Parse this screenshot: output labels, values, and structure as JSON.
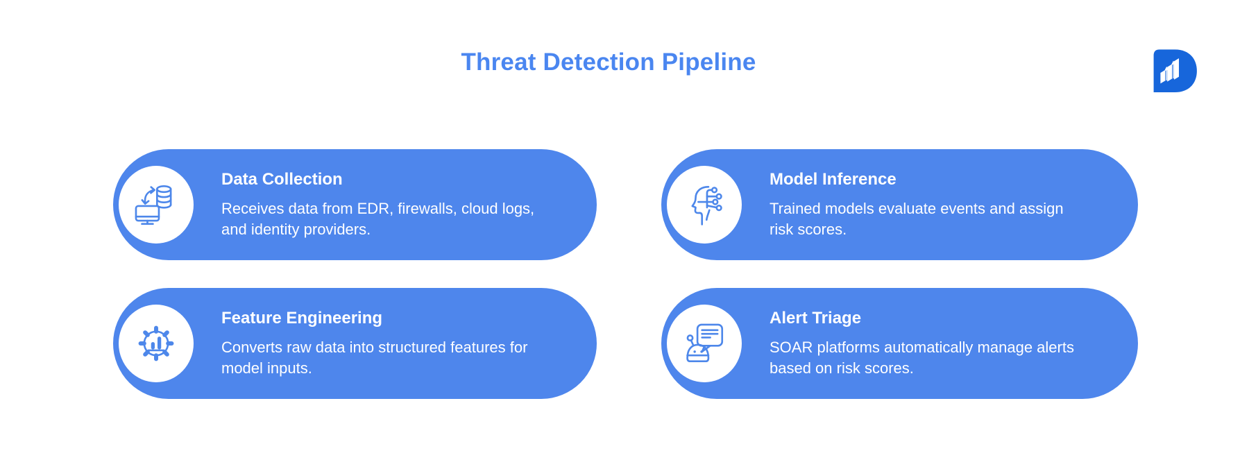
{
  "page": {
    "title": "Threat Detection Pipeline"
  },
  "colors": {
    "card_blue": "#4e86ec",
    "title_blue": "#4a86f0",
    "icon_stroke_blue": "#4d87ea",
    "logo_blue": "#1766db",
    "text_on_card": "#ffffff",
    "background": "#ffffff"
  },
  "logo": {
    "icon": "growth-bars-d-logo"
  },
  "cards": [
    {
      "title": "Data Collection",
      "icon": "data-sync-icon",
      "desc_line1": "Receives data from EDR, firewalls, cloud logs,",
      "desc_line2": "and identity providers.",
      "description": "Receives data from EDR, firewalls, cloud logs, and identity providers."
    },
    {
      "title": "Model Inference",
      "icon": "head-circuit-icon",
      "desc_line1": "Trained models evaluate events and assign",
      "desc_line2": "risk scores.",
      "description": "Trained models evaluate events and assign risk scores."
    },
    {
      "title": "Feature Engineering",
      "icon": "gear-chart-icon",
      "desc_line1": "Converts raw data into structured features for",
      "desc_line2": "model inputs.",
      "description": "Converts raw data into structured features for model inputs."
    },
    {
      "title": "Alert Triage",
      "icon": "robot-chat-icon",
      "desc_line1": "SOAR platforms automatically manage alerts",
      "desc_line2": "based on risk scores.",
      "description": "SOAR platforms automatically manage alerts based on risk scores."
    }
  ]
}
